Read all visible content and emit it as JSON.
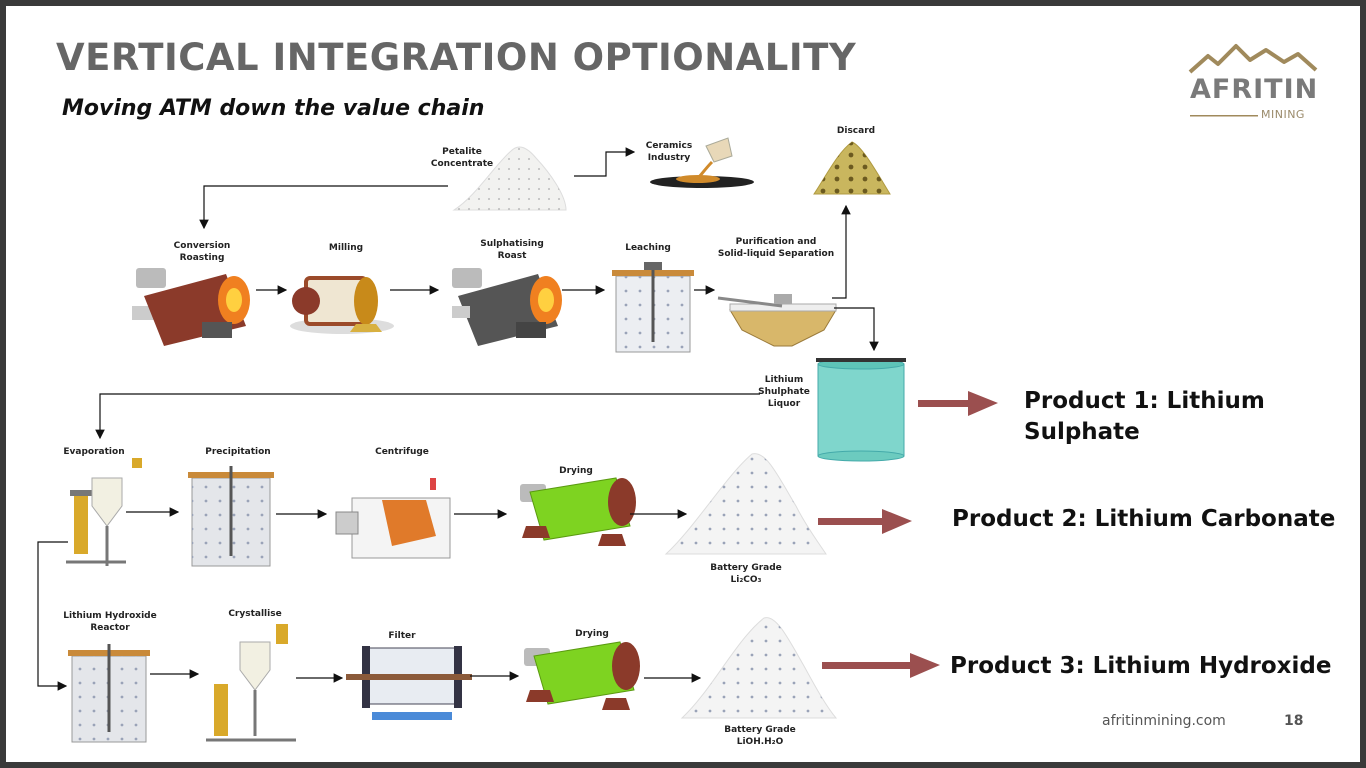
{
  "slide": {
    "title": "VERTICAL INTEGRATION OPTIONALITY",
    "subtitle": "Moving ATM down the value chain",
    "footer_url": "afritinmining.com",
    "page_number": "18"
  },
  "logo": {
    "main": "AFRITIN",
    "sub": "MINING",
    "colors": {
      "mountain": "#a08a5c",
      "text": "#7a7a7a"
    }
  },
  "labels": {
    "petalite": [
      "Petalite",
      "Concentrate"
    ],
    "ceramics": [
      "Ceramics",
      "Industry"
    ],
    "discard": "Discard",
    "conversion": [
      "Conversion",
      "Roasting"
    ],
    "milling": "Milling",
    "sulphatising": [
      "Sulphatising",
      "Roast"
    ],
    "leaching": "Leaching",
    "purification": [
      "Purification and",
      "Solid-liquid Separation"
    ],
    "liquor": [
      "Lithium",
      "Shulphate",
      "Liquor"
    ],
    "evaporation": "Evaporation",
    "precipitation": "Precipitation",
    "centrifuge": "Centrifuge",
    "drying1": "Drying",
    "battery1": [
      "Battery Grade",
      "Li₂CO₃"
    ],
    "hydroxide_reactor": [
      "Lithium Hydroxide",
      "Reactor"
    ],
    "crystallise": "Crystallise",
    "filter": "Filter",
    "drying2": "Drying",
    "battery2": [
      "Battery Grade",
      "LiOH.H₂O"
    ]
  },
  "products": {
    "p1": [
      "Product 1: Lithium",
      "Sulphate"
    ],
    "p2": "Product 2: Lithium Carbonate",
    "p3": "Product 3: Lithium Hydroxide"
  },
  "colors": {
    "product_arrow": "#9b4f4f",
    "kiln": "#8b3a2a",
    "tank_liquor": "#7fd6cc",
    "dryer": "#7ed321"
  }
}
